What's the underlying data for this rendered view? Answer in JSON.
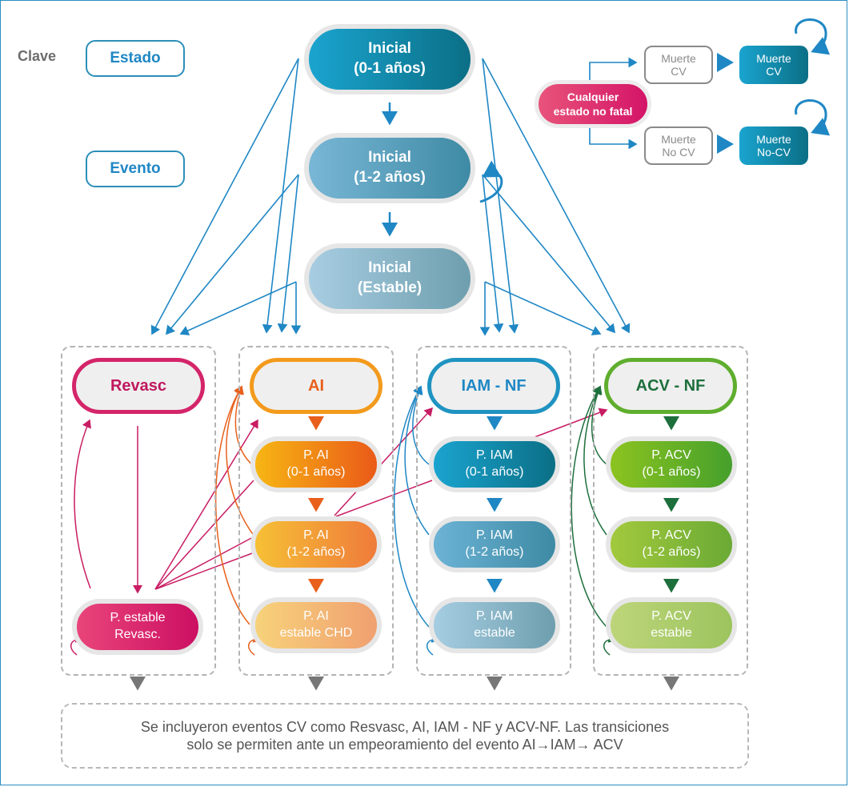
{
  "key": {
    "label": "Clave",
    "state_label": "Estado",
    "event_label": "Evento"
  },
  "initial_states": [
    {
      "line1": "Inicial",
      "line2": "(0-1 años)"
    },
    {
      "line1": "Inicial",
      "line2": "(1-2 años)"
    },
    {
      "line1": "Inicial",
      "line2": "(Estable)"
    }
  ],
  "death": {
    "source": {
      "line1": "Cualquier",
      "line2": "estado no fatal"
    },
    "cv_event": {
      "line1": "Muerte",
      "line2": "CV"
    },
    "cv_state": {
      "line1": "Muerte",
      "line2": "CV"
    },
    "noncv_event": {
      "line1": "Muerte",
      "line2": "No CV"
    },
    "noncv_state": {
      "line1": "Muerte",
      "line2": "No-CV"
    }
  },
  "columns": [
    {
      "event": "Revasc",
      "color": "#d4256a",
      "states": [
        {
          "line1": "P. estable",
          "line2": "Revasc."
        }
      ]
    },
    {
      "event": "AI",
      "color": "#e8601c",
      "states": [
        {
          "line1": "P. AI",
          "line2": "(0-1 años)"
        },
        {
          "line1": "P. AI",
          "line2": "(1-2 años)"
        },
        {
          "line1": "P. AI",
          "line2": "estable CHD"
        }
      ]
    },
    {
      "event": "IAM - NF",
      "color": "#1f87c4",
      "states": [
        {
          "line1": "P. IAM",
          "line2": "(0-1 años)"
        },
        {
          "line1": "P. IAM",
          "line2": "(1-2 años)"
        },
        {
          "line1": "P. IAM",
          "line2": "estable"
        }
      ]
    },
    {
      "event": "ACV - NF",
      "color": "#1d6f3c",
      "states": [
        {
          "line1": "P. ACV",
          "line2": "(0-1 años)"
        },
        {
          "line1": "P. ACV",
          "line2": "(1-2 años)"
        },
        {
          "line1": "P. ACV",
          "line2": "estable"
        }
      ]
    }
  ],
  "note": {
    "line1": "Se incluyeron eventos CV como Resvasc, AI, IAM - NF y ACV-NF. Las transiciones",
    "line2": "solo se permiten ante un empeoramiento del evento AI→IAM→ ACV"
  },
  "colors": {
    "blue": "#1f87c4",
    "magenta": "#d4256a",
    "orange": "#e8601c",
    "green": "#1d6f3c",
    "gray": "#777777"
  }
}
